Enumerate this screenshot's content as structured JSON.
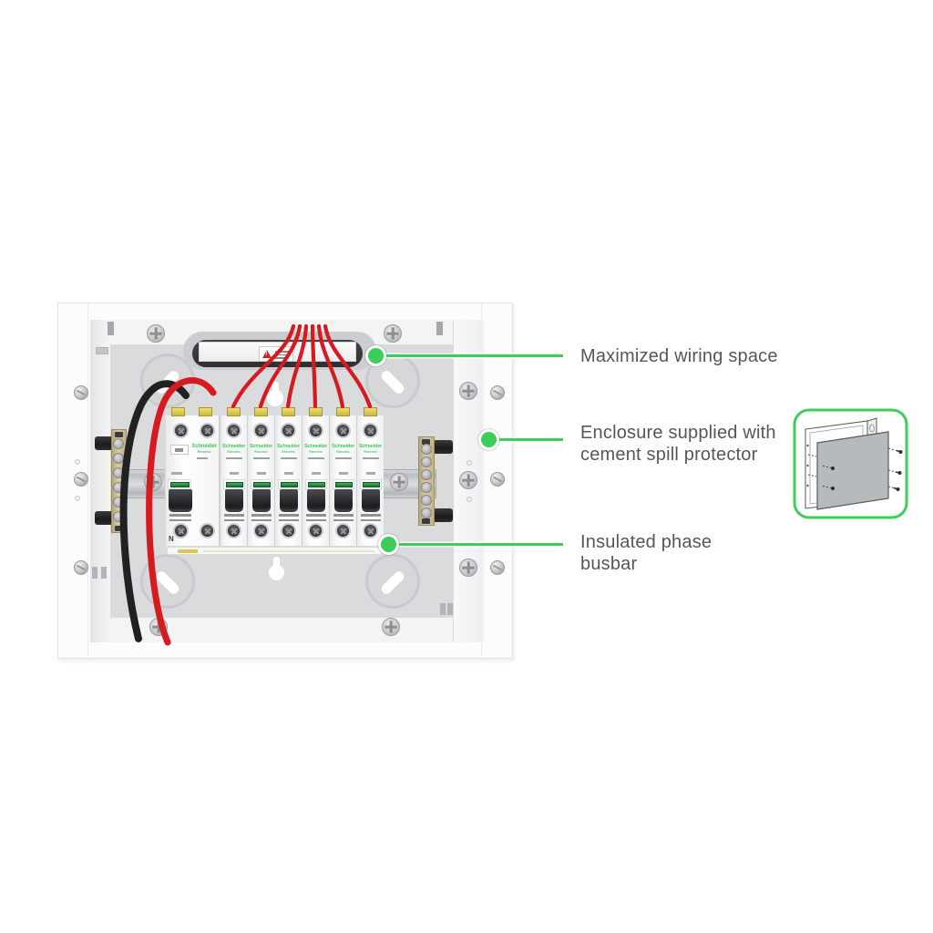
{
  "colors": {
    "accent_green": "#3DCD58",
    "label_text": "#54575A",
    "wire_red": "#D71920"
  },
  "callouts": [
    {
      "line1": "Maximized wiring space",
      "line2": ""
    },
    {
      "line1": "Enclosure supplied with",
      "line2": "cement spill protector"
    },
    {
      "line1": "Insulated phase",
      "line2": "busbar"
    }
  ],
  "device": {
    "main_switch": {
      "brand": "Schneider",
      "brand_sub": "Electric",
      "neutral_label": "N"
    },
    "branch_breakers": {
      "brand": "Schneider",
      "brand_sub": "Electric",
      "count": 6
    }
  }
}
